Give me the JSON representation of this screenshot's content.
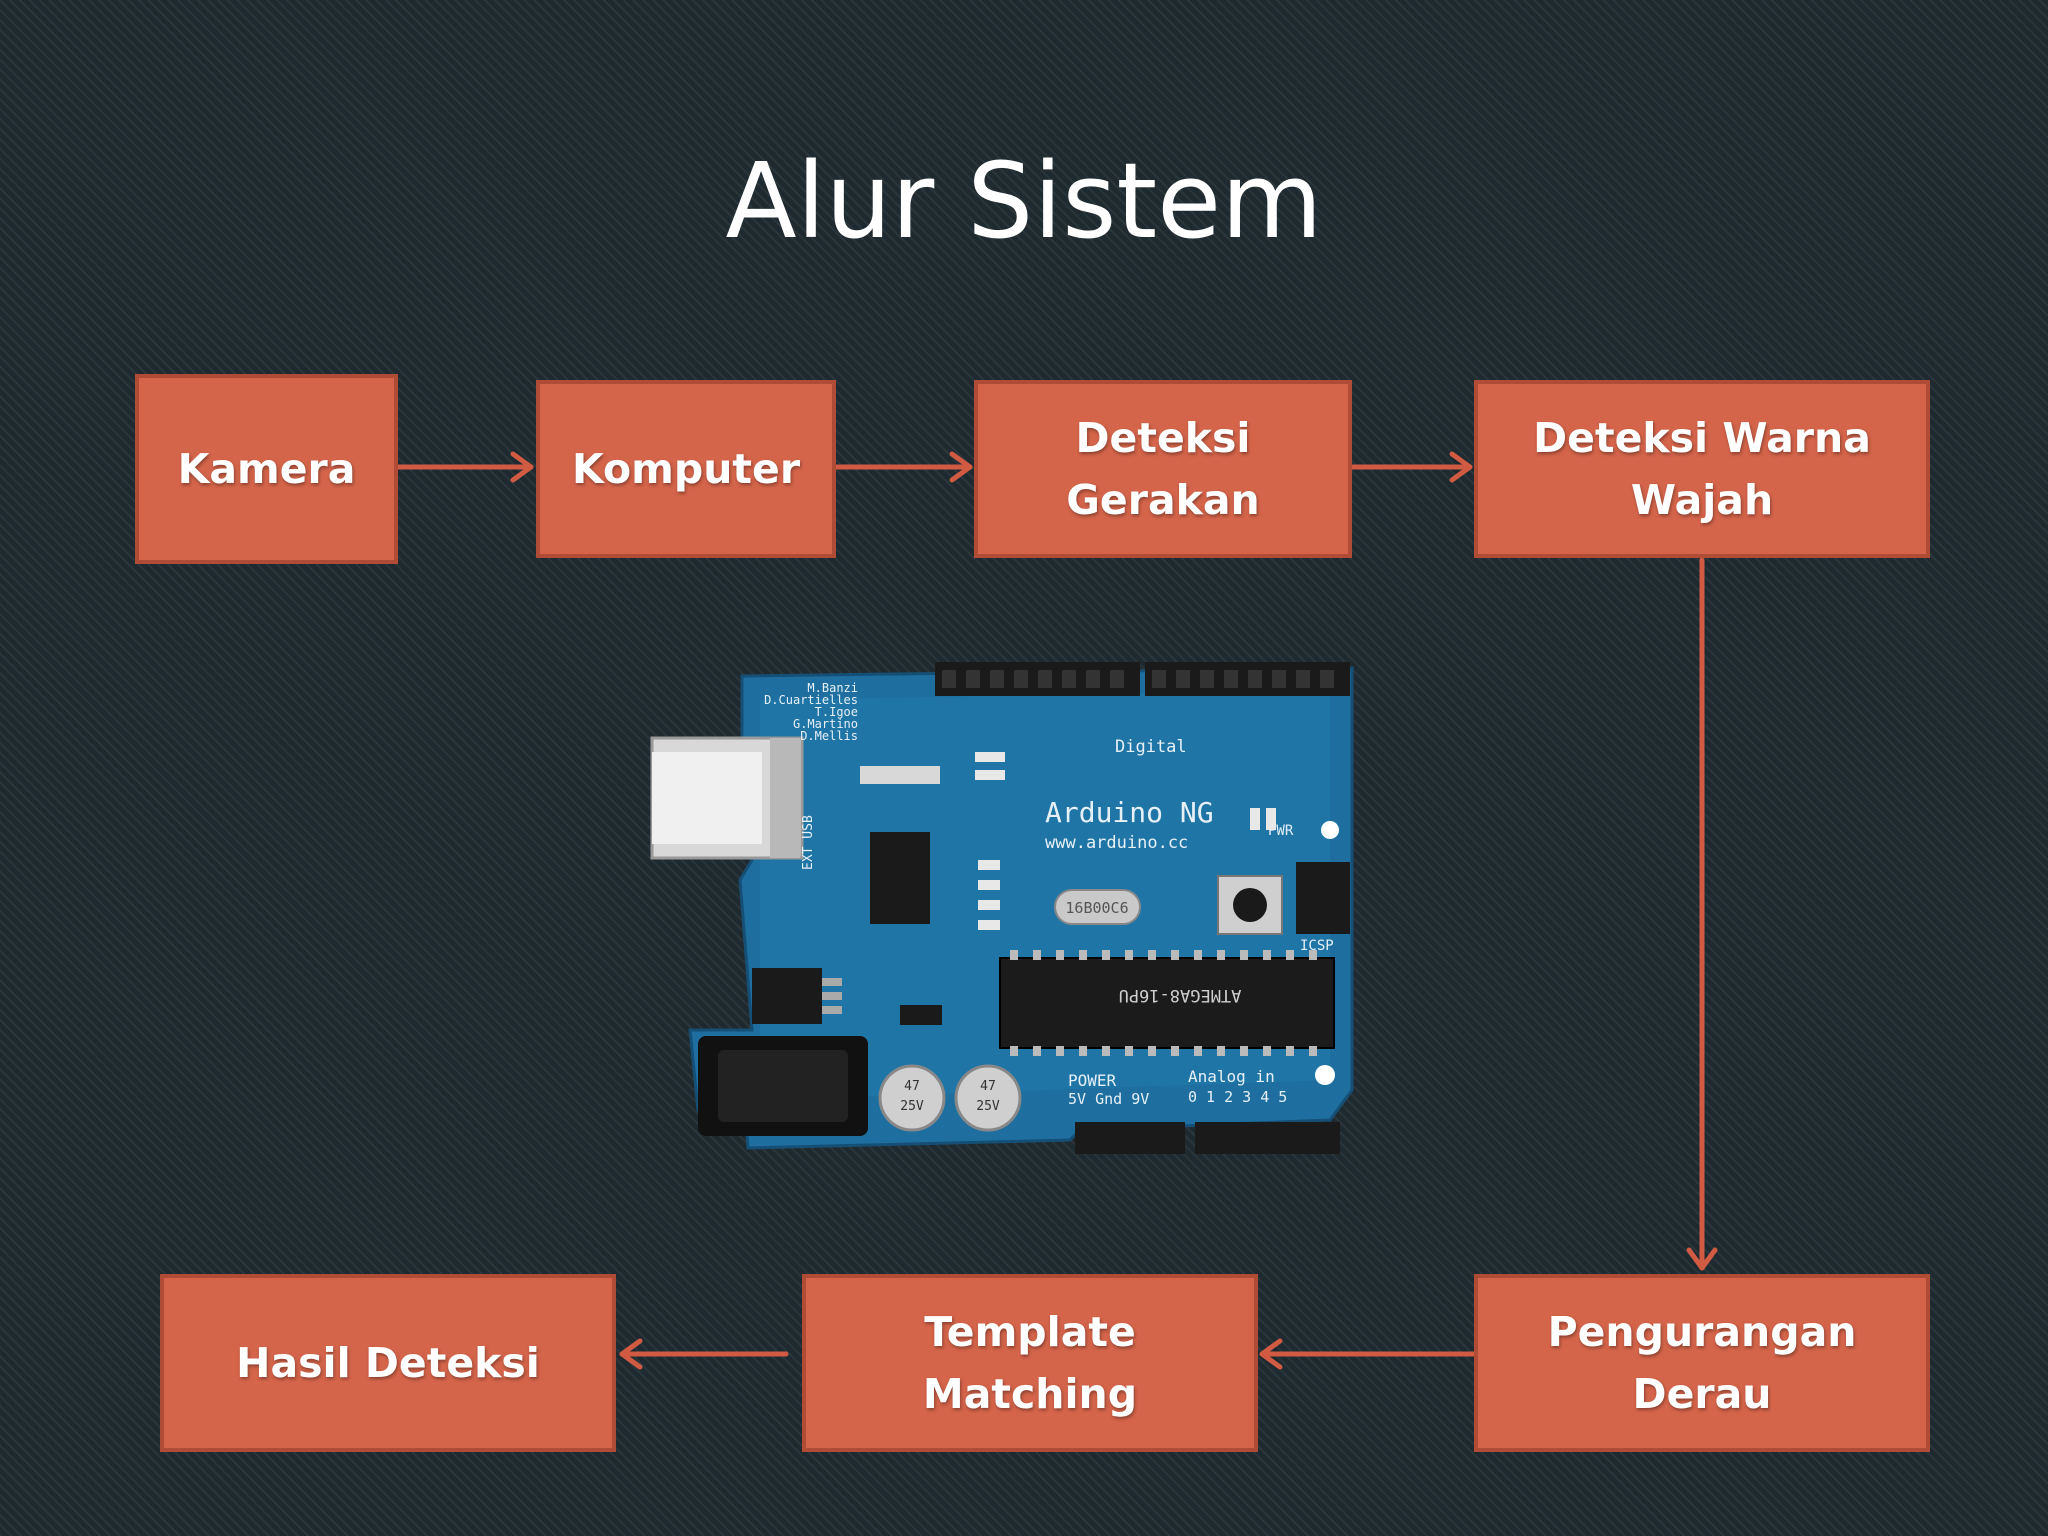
{
  "title": "Alur Sistem",
  "nodes": {
    "kamera": "Kamera",
    "komputer": "Komputer",
    "deteksi_gerakan": "Deteksi\nGerakan",
    "deteksi_warna_wajah": "Deteksi Warna\nWajah",
    "pengurangan_derau": "Pengurangan\nDerau",
    "template_matching": "Template\nMatching",
    "hasil_deteksi": "Hasil Deteksi"
  },
  "edges": [
    [
      "kamera",
      "komputer"
    ],
    [
      "komputer",
      "deteksi_gerakan"
    ],
    [
      "deteksi_gerakan",
      "deteksi_warna_wajah"
    ],
    [
      "deteksi_warna_wajah",
      "pengurangan_derau"
    ],
    [
      "pengurangan_derau",
      "template_matching"
    ],
    [
      "template_matching",
      "hasil_deteksi"
    ]
  ],
  "board": {
    "brand": "Arduino NG",
    "url": "www.arduino.cc",
    "credits": "M.Banzi\nD.Cuartielles\nT.Igoe\nG.Martino\nD.Mellis",
    "digital_label": "Digital",
    "chip": "ATMEGA8-16PU",
    "crystal": "16B00C6",
    "power_label": "POWER",
    "power_pins": "5V Gnd 9V",
    "analog_label": "Analog in",
    "analog_pins": "0 1 2 3 4 5",
    "icsp": "ICSP",
    "pwr": "PWR",
    "ext_usb": "EXT USB",
    "cap_label": "47\n25V"
  },
  "colors": {
    "box_fill": "#d4644a",
    "box_border": "#b04b35",
    "arrow": "#d05a42",
    "background": "#1f2a30",
    "board": "#1e6fa0"
  }
}
